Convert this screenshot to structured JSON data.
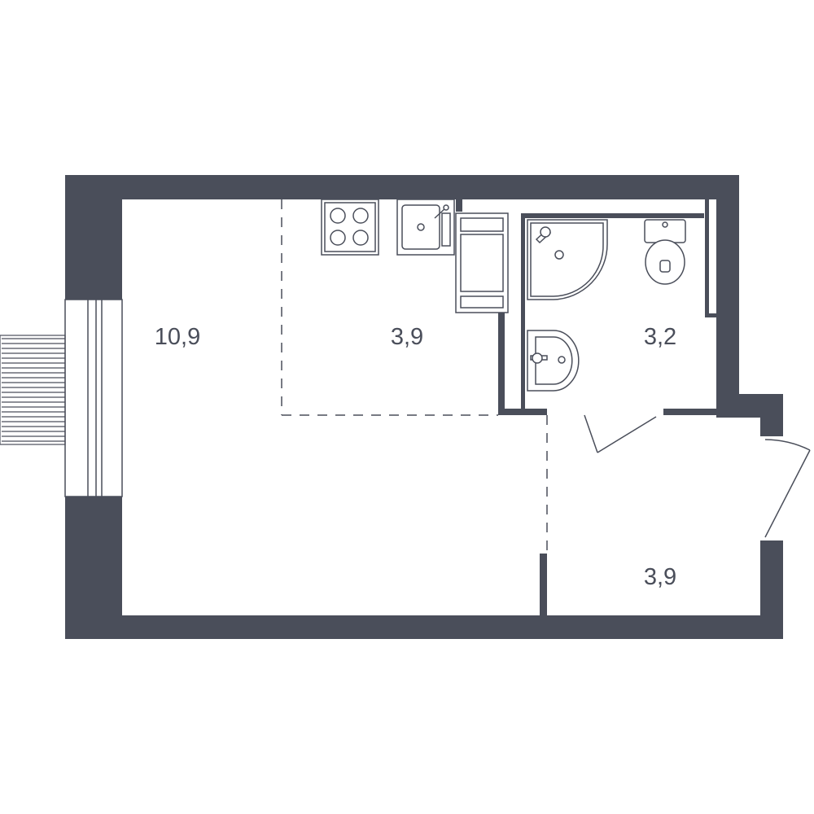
{
  "plan": {
    "colors": {
      "wall": "#4a4e5a",
      "background": "#ffffff"
    },
    "rooms": [
      {
        "id": "living",
        "area": "10,9"
      },
      {
        "id": "kitchen",
        "area": "3,9"
      },
      {
        "id": "bathroom",
        "area": "3,2"
      },
      {
        "id": "hallway",
        "area": "3,9"
      }
    ],
    "fixtures": [
      "stove-icon",
      "kitchen-sink-icon",
      "refrigerator-icon",
      "shower-cabin-icon",
      "toilet-icon",
      "washbasin-icon"
    ]
  }
}
